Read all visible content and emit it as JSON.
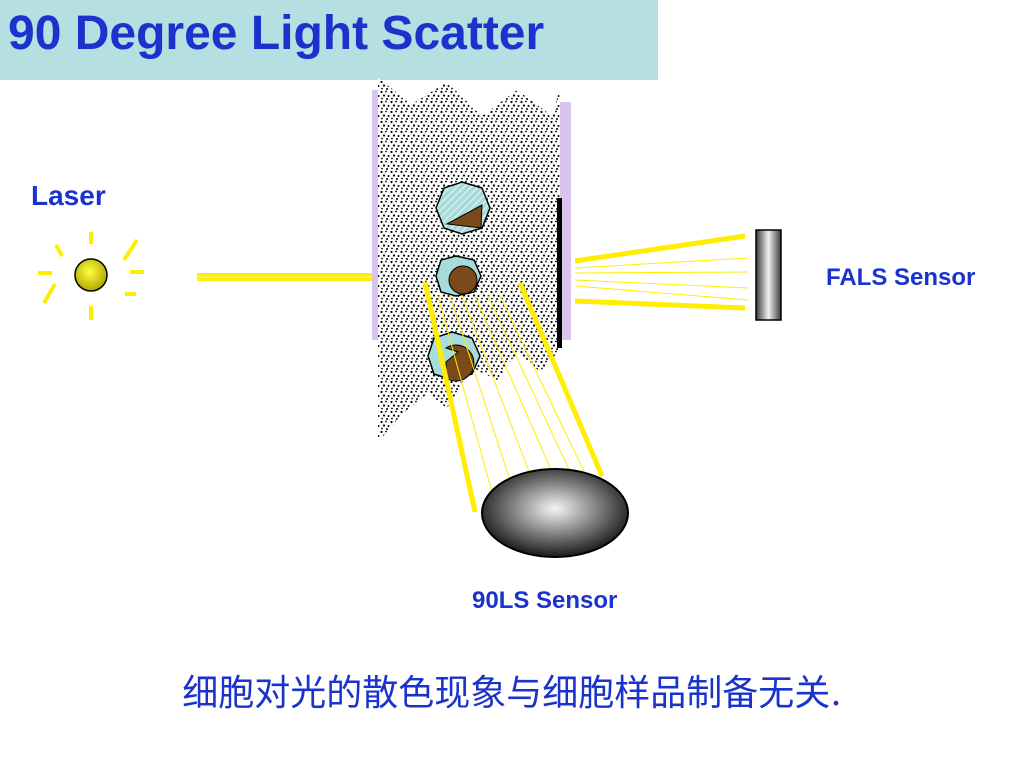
{
  "title": "90 Degree Light Scatter",
  "labels": {
    "laser": "Laser",
    "fals_sensor": "FALS Sensor",
    "ninety_ls_sensor": "90LS Sensor"
  },
  "caption": "细胞对光的散色现象与细胞样品制备无关.",
  "colors": {
    "title_bg": "#b5dfe0",
    "text": "#1a33cc",
    "beam": "#ffee00",
    "flow_cell_wall": "#d8c4ec",
    "cell_fill": "#a8dcdc",
    "nucleus": "#7a4a1a"
  }
}
